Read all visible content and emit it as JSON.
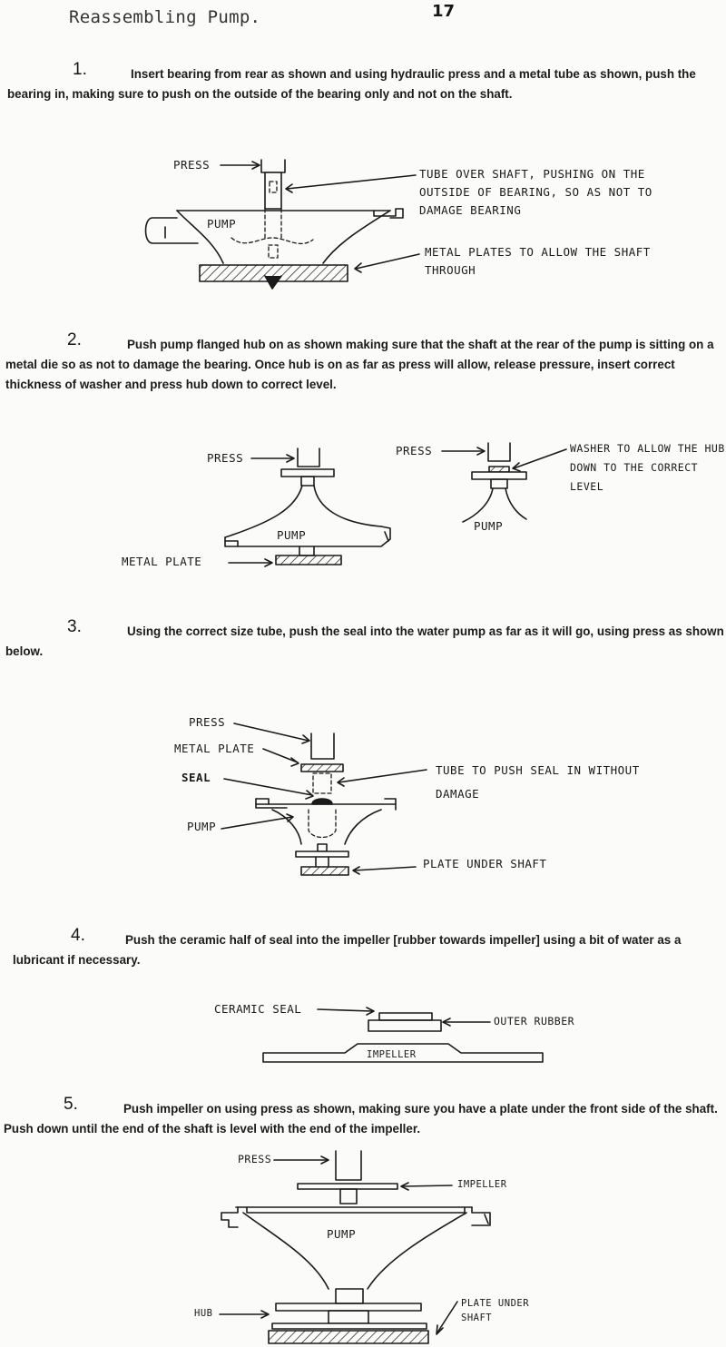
{
  "header": {
    "title": "Reassembling Pump.",
    "page_number": "17"
  },
  "steps": [
    {
      "number": "1.",
      "text": "Insert bearing from rear as shown and using hydraulic press and a metal tube as shown, push the bearing in, making sure to push on the outside of the bearing only and not on the shaft.",
      "labels": {
        "press": "PRESS",
        "tube": "TUBE OVER SHAFT, PUSHING ON THE OUTSIDE OF BEARING, SO AS NOT TO DAMAGE BEARING",
        "pump": "PUMP",
        "plates": "METAL PLATES TO ALLOW THE SHAFT THROUGH"
      }
    },
    {
      "number": "2.",
      "text": "Push pump flanged hub on as shown making sure that the shaft at the rear of the pump is sitting on a metal die so as not to damage the bearing. Once hub is on as far as press will allow, release pressure, insert correct thickness of washer and press hub down to correct level.",
      "labels": {
        "press_left": "PRESS",
        "pump_left": "PUMP",
        "metal_plate": "METAL PLATE",
        "press_right": "PRESS",
        "washer": "WASHER TO ALLOW THE HUB DOWN TO THE CORRECT LEVEL",
        "pump_right": "PUMP"
      }
    },
    {
      "number": "3.",
      "text": "Using the correct size tube, push the seal into the water pump as far as it will go, using press as shown below.",
      "labels": {
        "press": "PRESS",
        "metal_plate": "METAL PLATE",
        "seal": "SEAL",
        "pump": "PUMP",
        "tube": "TUBE TO PUSH SEAL IN WITHOUT DAMAGE",
        "plate_under": "PLATE UNDER SHAFT"
      }
    },
    {
      "number": "4.",
      "text": "Push the ceramic half of seal into the impeller [rubber towards impeller] using a bit of water as a lubricant if necessary.",
      "labels": {
        "ceramic_seal": "CERAMIC SEAL",
        "outer_rubber": "OUTER RUBBER",
        "impeller": "IMPELLER"
      }
    },
    {
      "number": "5.",
      "text": "Push impeller on using press as shown, making sure you have a plate under the front side of the shaft. Push down until the end of the shaft is level with the end of the impeller.",
      "labels": {
        "press": "PRESS",
        "impeller": "IMPELLER",
        "pump": "PUMP",
        "hub": "HUB",
        "plate_under": "PLATE UNDER SHAFT"
      }
    }
  ]
}
